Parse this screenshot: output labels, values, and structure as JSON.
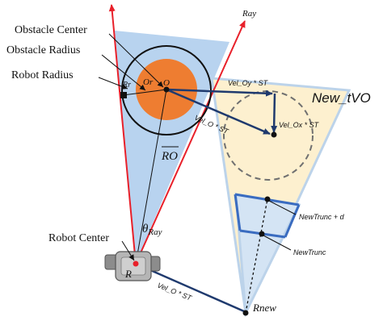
{
  "labels": {
    "obstacle_center": "Obstacle Center",
    "obstacle_radius": "Obstacle Radius",
    "robot_radius": "Robot Radius",
    "robot_center": "Robot Center",
    "ray": "Ray",
    "new_tvo": "New_tVO",
    "rr": "Rr",
    "or": "Or",
    "o": "O",
    "ro": "RO",
    "theta": "θ",
    "theta_sub": "Ray",
    "r": "R",
    "r_new": "Rnew",
    "vel_o_st_upper": "Vel_O * ST",
    "vel_o_st_lower": "Vel_O * ST",
    "vel_oy_st": "Vel_Oy * ST",
    "vel_ox_st": "Vel_Ox * ST",
    "new_trunc_d": "NewTrunc + d",
    "new_trunc": "NewTrunc"
  },
  "colors": {
    "vo_cone_fill": "#b8d3ef",
    "new_tvo_fill": "#fdf0cf",
    "new_tvo_edge": "#bcd3ea",
    "obstacle_fill": "#ee7d31",
    "ray_red": "#e8202a",
    "vector_navy": "#1f3a6e",
    "trunc_blue": "#3a6cc0",
    "dashed_circle": "#707070",
    "robot_gray": "#9a9a9a"
  },
  "icons": {
    "robot": "robot-car-icon"
  }
}
